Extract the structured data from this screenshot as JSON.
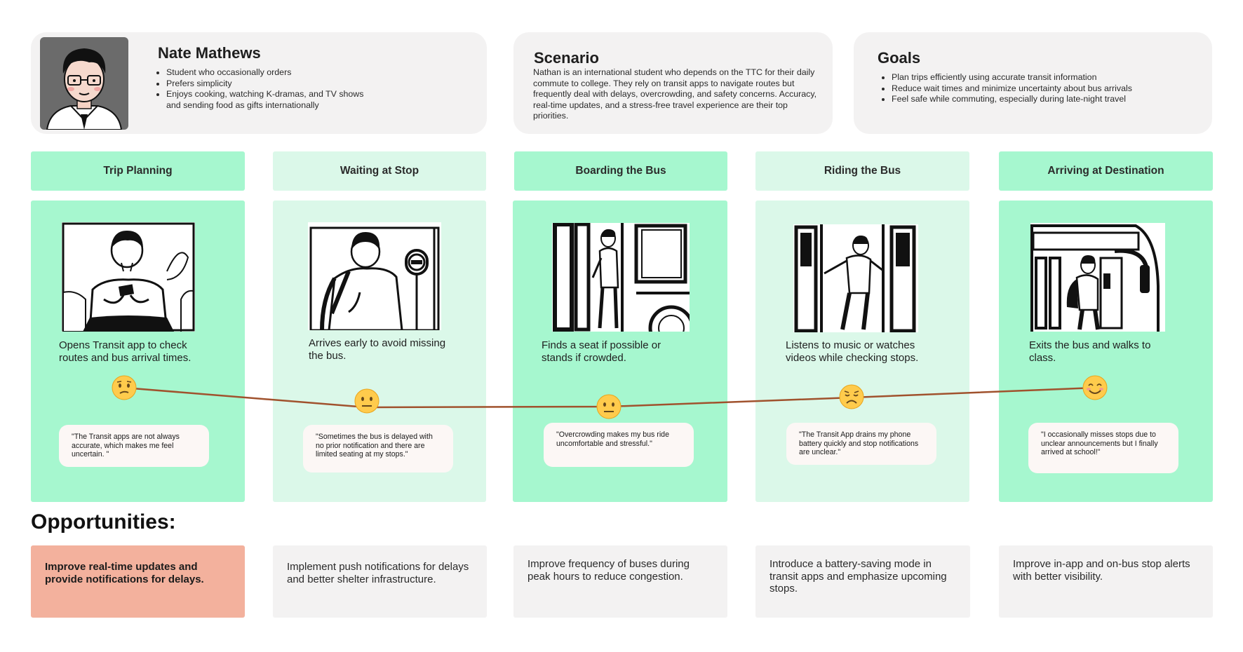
{
  "persona": {
    "name": "Nate Mathews",
    "bullets": [
      "Student who occasionally orders",
      "Prefers simplicity",
      "Enjoys cooking, watching K-dramas, and TV shows and sending food as gifts internationally"
    ]
  },
  "scenario": {
    "title": "Scenario",
    "text": "Nathan is an international student who depends on the TTC for their daily commute to college. They rely on transit apps to navigate routes but frequently deal with delays, overcrowding, and safety concerns. Accuracy, real-time updates, and a stress-free travel experience are their top priorities."
  },
  "goals": {
    "title": "Goals",
    "items": [
      "Plan trips efficiently using accurate transit information",
      "Reduce wait times and minimize uncertainty about bus arrivals",
      "Feel safe while commuting, especially during late-night travel"
    ]
  },
  "stages": [
    {
      "title": "Trip Planning",
      "action": "Opens Transit app to check routes and bus arrival times.",
      "quote": "\"The Transit apps are not always accurate, which makes me feel uncertain. \"",
      "emotion": "confused",
      "opportunity": "Improve real-time updates and provide notifications for delays."
    },
    {
      "title": "Waiting at Stop",
      "action": "Arrives early to avoid missing the bus.",
      "quote": "\"Sometimes the bus is delayed with no prior notification and there are limited seating at my stops.\"",
      "emotion": "neutral",
      "opportunity": "Implement push notifications for delays and better shelter infrastructure."
    },
    {
      "title": "Boarding the Bus",
      "action": "Finds a seat if possible or stands if crowded.",
      "quote": "\"Overcrowding makes my bus ride uncomfortable and stressful.\"",
      "emotion": "neutral",
      "opportunity": "Improve frequency of buses during peak hours to reduce congestion."
    },
    {
      "title": "Riding the Bus",
      "action": "Listens to music or watches videos while checking stops.",
      "quote": "\"The Transit App drains my phone battery quickly and  stop notifications are unclear.\"",
      "emotion": "sad",
      "opportunity": "Introduce a battery-saving mode in transit apps and emphasize upcoming stops."
    },
    {
      "title": "Arriving at Destination",
      "action": "Exits the bus and walks to class.",
      "quote": "\"I occasionally misses stops due to unclear announcements but I finally arrived at school!\"",
      "emotion": "happy",
      "opportunity": "Improve in-app and on-bus stop alerts with better visibility."
    }
  ],
  "opportunities_title": "Opportunities:",
  "colors": {
    "stage_strong": "#a6f7cf",
    "stage_light": "#dbf8e9",
    "opportunity_highlight": "#f3b19d",
    "journey_line": "#a0522d",
    "card_bg": "#f3f2f2"
  }
}
